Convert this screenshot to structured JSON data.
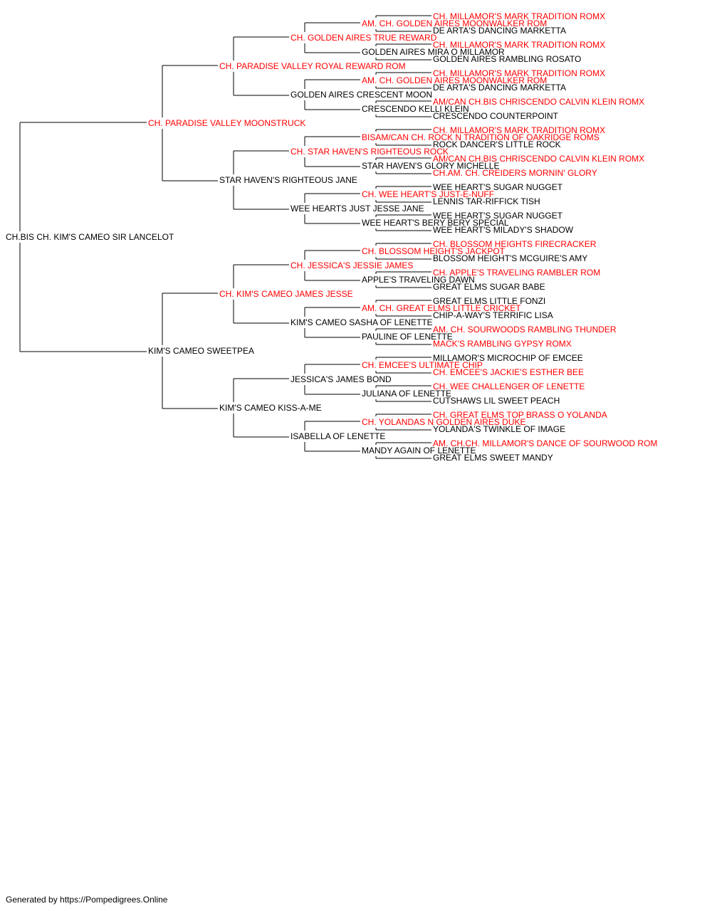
{
  "colors": {
    "champion": "#ff0000",
    "regular": "#000000",
    "lines": "#000000"
  },
  "footer": "Generated by https://Pompedigrees.Online",
  "pedigree": [
    {
      "text": "CH.BIS CH. KIM'S CAMEO SIR LANCELOT",
      "gen": 0,
      "row": 0,
      "ch": false
    },
    {
      "text": "CH. PARADISE VALLEY MOONSTRUCK",
      "gen": 1,
      "row": 0,
      "ch": true
    },
    {
      "text": "KIM'S CAMEO SWEETPEA",
      "gen": 1,
      "row": 1,
      "ch": false
    },
    {
      "text": "CH. PARADISE VALLEY ROYAL REWARD ROM",
      "gen": 2,
      "row": 0,
      "ch": true
    },
    {
      "text": "STAR HAVEN'S RIGHTEOUS JANE",
      "gen": 2,
      "row": 1,
      "ch": false
    },
    {
      "text": "CH. KIM'S CAMEO JAMES JESSE",
      "gen": 2,
      "row": 2,
      "ch": true
    },
    {
      "text": "KIM'S CAMEO KISS-A-ME",
      "gen": 2,
      "row": 3,
      "ch": false
    },
    {
      "text": "CH. GOLDEN AIRES TRUE REWARD",
      "gen": 3,
      "row": 0,
      "ch": true
    },
    {
      "text": "GOLDEN AIRES CRESCENT MOON",
      "gen": 3,
      "row": 1,
      "ch": false
    },
    {
      "text": "CH. STAR HAVEN'S RIGHTEOUS ROCK",
      "gen": 3,
      "row": 2,
      "ch": true
    },
    {
      "text": "WEE HEARTS JUST JESSE JANE",
      "gen": 3,
      "row": 3,
      "ch": false
    },
    {
      "text": "CH. JESSICA'S JESSIE JAMES",
      "gen": 3,
      "row": 4,
      "ch": true
    },
    {
      "text": "KIM'S CAMEO SASHA OF LENETTE",
      "gen": 3,
      "row": 5,
      "ch": false
    },
    {
      "text": "JESSICA'S JAMES BOND",
      "gen": 3,
      "row": 6,
      "ch": false
    },
    {
      "text": "ISABELLA OF LENETTE",
      "gen": 3,
      "row": 7,
      "ch": false
    },
    {
      "text": "AM. CH. GOLDEN AIRES MOONWALKER ROM",
      "gen": 4,
      "row": 0,
      "ch": true
    },
    {
      "text": "GOLDEN AIRES MIRA O MILLAMOR",
      "gen": 4,
      "row": 1,
      "ch": false
    },
    {
      "text": "AM. CH. GOLDEN AIRES MOONWALKER ROM",
      "gen": 4,
      "row": 2,
      "ch": true
    },
    {
      "text": "CRESCENDO KELLI KLEIN",
      "gen": 4,
      "row": 3,
      "ch": false
    },
    {
      "text": "BISAM/CAN CH. ROCK N TRADITION OF OAKRIDGE ROMS",
      "gen": 4,
      "row": 4,
      "ch": true
    },
    {
      "text": "STAR HAVEN'S GLORY MICHELLE",
      "gen": 4,
      "row": 5,
      "ch": false
    },
    {
      "text": "CH. WEE HEART'S JUST-E-NUFF",
      "gen": 4,
      "row": 6,
      "ch": true
    },
    {
      "text": "WEE HEART'S BERY BERY SPECIAL",
      "gen": 4,
      "row": 7,
      "ch": false
    },
    {
      "text": "CH. BLOSSOM HEIGHT'S JACKPOT",
      "gen": 4,
      "row": 8,
      "ch": true
    },
    {
      "text": "APPLE'S TRAVELING DAWN",
      "gen": 4,
      "row": 9,
      "ch": false
    },
    {
      "text": "AM. CH. GREAT ELMS LITTLE CRICKET",
      "gen": 4,
      "row": 10,
      "ch": true
    },
    {
      "text": "PAULINE OF LENETTE",
      "gen": 4,
      "row": 11,
      "ch": false
    },
    {
      "text": "CH. EMCEE'S ULTIMATE CHIP",
      "gen": 4,
      "row": 12,
      "ch": true
    },
    {
      "text": "JULIANA OF LENETTE",
      "gen": 4,
      "row": 13,
      "ch": false
    },
    {
      "text": "CH. YOLANDAS N GOLDEN AIRES DUKE",
      "gen": 4,
      "row": 14,
      "ch": true
    },
    {
      "text": "MANDY AGAIN OF LENETTE",
      "gen": 4,
      "row": 15,
      "ch": false
    },
    {
      "text": "CH. MILLAMOR'S MARK TRADITION ROMX",
      "gen": 5,
      "row": 0,
      "ch": true
    },
    {
      "text": "DE ARTA'S DANCING MARKETTA",
      "gen": 5,
      "row": 1,
      "ch": false
    },
    {
      "text": "CH. MILLAMOR'S MARK TRADITION ROMX",
      "gen": 5,
      "row": 2,
      "ch": true
    },
    {
      "text": "GOLDEN AIRES RAMBLING ROSATO",
      "gen": 5,
      "row": 3,
      "ch": false
    },
    {
      "text": "CH. MILLAMOR'S MARK TRADITION ROMX",
      "gen": 5,
      "row": 4,
      "ch": true
    },
    {
      "text": "DE ARTA'S DANCING MARKETTA",
      "gen": 5,
      "row": 5,
      "ch": false
    },
    {
      "text": "AM/CAN CH.BIS CHRISCENDO CALVIN KLEIN ROMX",
      "gen": 5,
      "row": 6,
      "ch": true
    },
    {
      "text": "CRESCENDO COUNTERPOINT",
      "gen": 5,
      "row": 7,
      "ch": false
    },
    {
      "text": "CH. MILLAMOR'S MARK TRADITION ROMX",
      "gen": 5,
      "row": 8,
      "ch": true
    },
    {
      "text": "ROCK DANCER'S LITTLE ROCK",
      "gen": 5,
      "row": 9,
      "ch": false
    },
    {
      "text": "AM/CAN CH.BIS CHRISCENDO CALVIN KLEIN ROMX",
      "gen": 5,
      "row": 10,
      "ch": true
    },
    {
      "text": "CH.AM. CH. CREIDERS MORNIN' GLORY",
      "gen": 5,
      "row": 11,
      "ch": true
    },
    {
      "text": "WEE HEART'S SUGAR NUGGET",
      "gen": 5,
      "row": 12,
      "ch": false
    },
    {
      "text": "LENNIS TAR-RIFFICK TISH",
      "gen": 5,
      "row": 13,
      "ch": false
    },
    {
      "text": "WEE HEART'S SUGAR NUGGET",
      "gen": 5,
      "row": 14,
      "ch": false
    },
    {
      "text": "WEE HEART'S MILADY'S SHADOW",
      "gen": 5,
      "row": 15,
      "ch": false
    },
    {
      "text": "CH. BLOSSOM HEIGHTS FIRECRACKER",
      "gen": 5,
      "row": 16,
      "ch": true
    },
    {
      "text": "BLOSSOM HEIGHT'S MCGUIRE'S AMY",
      "gen": 5,
      "row": 17,
      "ch": false
    },
    {
      "text": "CH. APPLE'S TRAVELING RAMBLER ROM",
      "gen": 5,
      "row": 18,
      "ch": true
    },
    {
      "text": "GREAT ELMS SUGAR BABE",
      "gen": 5,
      "row": 19,
      "ch": false
    },
    {
      "text": "GREAT ELMS LITTLE FONZI",
      "gen": 5,
      "row": 20,
      "ch": false
    },
    {
      "text": "CHIP-A-WAY'S TERRIFIC LISA",
      "gen": 5,
      "row": 21,
      "ch": false
    },
    {
      "text": "AM. CH. SOURWOODS RAMBLING THUNDER",
      "gen": 5,
      "row": 22,
      "ch": true
    },
    {
      "text": "MACK'S RAMBLING GYPSY ROMX",
      "gen": 5,
      "row": 23,
      "ch": true
    },
    {
      "text": "MILLAMOR'S MICROCHIP OF EMCEE",
      "gen": 5,
      "row": 24,
      "ch": false
    },
    {
      "text": "CH. EMCEE'S JACKIE'S ESTHER BEE",
      "gen": 5,
      "row": 25,
      "ch": true
    },
    {
      "text": "CH. WEE CHALLENGER OF LENETTE",
      "gen": 5,
      "row": 26,
      "ch": true
    },
    {
      "text": "CUTSHAWS LIL SWEET PEACH",
      "gen": 5,
      "row": 27,
      "ch": false
    },
    {
      "text": "CH. GREAT ELMS TOP BRASS O YOLANDA",
      "gen": 5,
      "row": 28,
      "ch": true
    },
    {
      "text": "YOLANDA'S TWINKLE OF IMAGE",
      "gen": 5,
      "row": 29,
      "ch": false
    },
    {
      "text": "AM. CH.CH. MILLAMOR'S DANCE OF SOURWOOD ROM",
      "gen": 5,
      "row": 30,
      "ch": true
    },
    {
      "text": "GREAT ELMS SWEET MANDY",
      "gen": 5,
      "row": 31,
      "ch": false
    }
  ]
}
